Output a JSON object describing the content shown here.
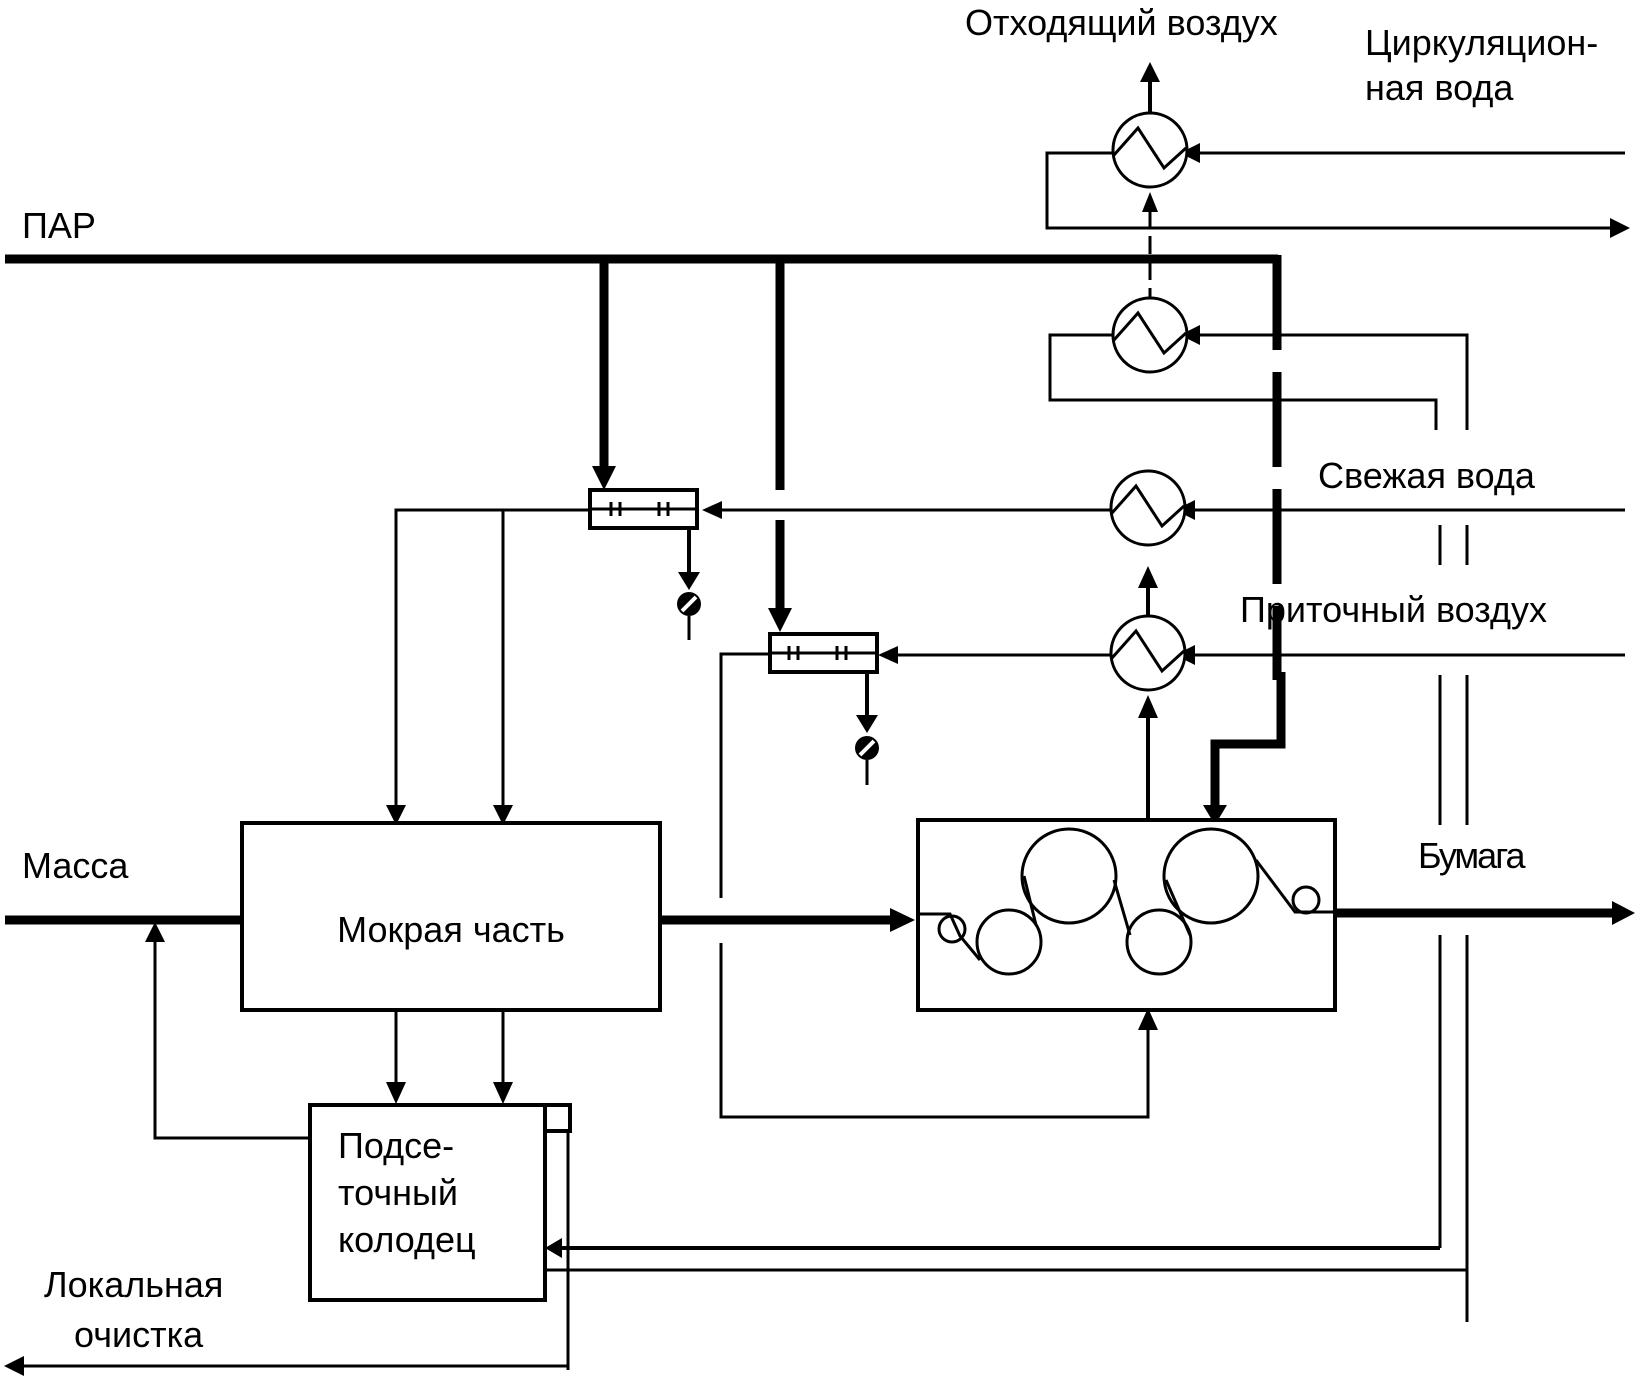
{
  "diagram": {
    "title": "Paper machine steam, water and air flow scheme",
    "colors": {
      "line": "#000000",
      "background": "#ffffff"
    },
    "labels": {
      "exhaust_air": "Отходящий воздух",
      "circulation_water_1": "Циркуляцион-",
      "circulation_water_2": "ная вода",
      "steam": "ПАР",
      "fresh_water": "Свежая вода",
      "supply_air": "Приточный воздух",
      "pulp": "Масса",
      "paper": "Бумага",
      "local_treatment_1": "Локальная",
      "local_treatment_2": "очистка"
    },
    "blocks": {
      "wet_end": "Мокрая часть",
      "wire_pit_1": "Подсе-",
      "wire_pit_2": "точный",
      "wire_pit_3": "колодец"
    },
    "components": [
      {
        "id": "hx-exhaust",
        "type": "heat-exchanger"
      },
      {
        "id": "hx-circulation",
        "type": "heat-exchanger"
      },
      {
        "id": "hx-fresh-water",
        "type": "heat-exchanger"
      },
      {
        "id": "hx-supply-air",
        "type": "heat-exchanger"
      },
      {
        "id": "steam-heater-1",
        "type": "steam-heater"
      },
      {
        "id": "steam-heater-2",
        "type": "steam-heater"
      },
      {
        "id": "condensate-trap-1",
        "type": "condensate-trap"
      },
      {
        "id": "condensate-trap-2",
        "type": "condensate-trap"
      },
      {
        "id": "dryer-section",
        "type": "dryer-cylinders"
      }
    ]
  }
}
